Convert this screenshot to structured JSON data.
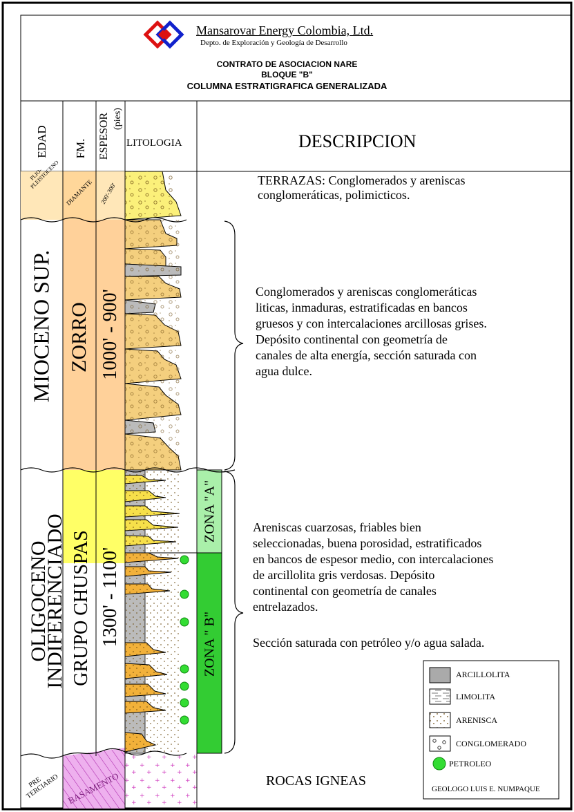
{
  "header": {
    "company": "Mansarovar Energy Colombia, Ltd.",
    "department": "Depto. de Exploración y Geología de Desarrollo",
    "title_line1": "CONTRATO DE ASOCIACION NARE",
    "title_line2": "BLOQUE \"B\"",
    "title_line3": "COLUMNA ESTRATIGRAFICA GENERALIZADA"
  },
  "columns": {
    "edad": "EDAD",
    "fm": "FM.",
    "espesor": "ESPESOR",
    "espesor_unit": "(pies)",
    "litologia": "LITOLOGIA",
    "descripcion": "DESCRIPCION"
  },
  "units": {
    "plio": {
      "edad_line1": "PLIO-",
      "edad_line2": "PLEISTOCENO",
      "fm": "DIAMANTE",
      "espesor": "200'-300'"
    },
    "mioceno": {
      "edad": "MIOCENO SUP.",
      "fm": "ZORRO",
      "espesor": "1000' - 900'"
    },
    "oligoceno": {
      "edad_line1": "OLIGOCENO",
      "edad_line2": "INDIFERENCIADO",
      "fm": "GRUPO CHUSPAS",
      "espesor": "1300' - 1100'",
      "zona_a": "ZONA \"A\"",
      "zona_b": "ZONA \" B\""
    },
    "pre": {
      "edad_line1": "PRE",
      "edad_line2": "TERCIARIO",
      "fm": "BASAMENTO"
    }
  },
  "descriptions": {
    "terrazas": [
      "TERRAZAS: Conglomerados  y  areniscas",
      "conglomeráticas, polimicticos."
    ],
    "zorro": [
      "Conglomerados  y areniscas  conglomeráticas",
      "liticas, inmaduras, estratificadas en bancos",
      "gruesos y con intercalaciones arcillosas grises.",
      "Depósito continental  con geometría de",
      "canales  de alta energía, sección saturada con",
      "agua dulce."
    ],
    "chuspas": [
      "Areniscas cuarzosas, friables bien",
      "seleccionadas, buena porosidad, estratificados",
      "en bancos de espesor medio, con intercalaciones",
      "de arcillolita gris verdosas.  Depósito",
      "continental con geometría de canales",
      "entrelazados."
    ],
    "saturada": "Sección saturada con petróleo y/o agua salada.",
    "igneas": "ROCAS IGNEAS"
  },
  "legend": {
    "items": [
      {
        "label": "ARCILLOLITA",
        "symbol": "gray-fill"
      },
      {
        "label": "LIMOLITA",
        "symbol": "dashed-lines"
      },
      {
        "label": "ARENISCA",
        "symbol": "dots"
      },
      {
        "label": "CONGLOMERADO",
        "symbol": "pebbles"
      },
      {
        "label": "PETROLEO",
        "symbol": "green-circle"
      }
    ]
  },
  "geologist": "GEOLOGO LUIS E. NUMPAQUE",
  "colors": {
    "pliocene_band": "#ffe0a8",
    "mioceno_band": "#ffd39b",
    "oligoceno_band": "#ffff66",
    "basamento": "#e8a0e8",
    "sand": "#f4cf7e",
    "sand_orange": "#f2b13a",
    "shale": "#b8b8b8",
    "zona_a": "#a8f0a8",
    "zona_b": "#33cc33",
    "oil": "#33dd33"
  }
}
